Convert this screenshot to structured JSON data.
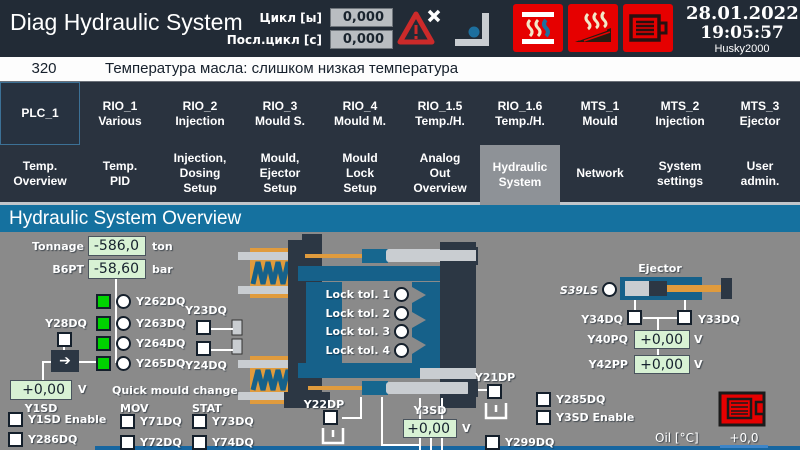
{
  "header": {
    "title": "Diag Hydraulic System",
    "cycle_label": "Цикл [ы]",
    "cycle_value": "0,000",
    "last_cycle_label": "Посл.цикл [с]",
    "last_cycle_value": "0,000",
    "date": "28.01.2022",
    "time": "19:05:57",
    "machine_name": "Husky2000"
  },
  "alarm": {
    "code": "320",
    "message": "Температура масла: слишком низкая температура"
  },
  "device_tabs": [
    {
      "title": "PLC_1",
      "subtitle": "",
      "selected": true
    },
    {
      "title": "RIO_1",
      "subtitle": "Various"
    },
    {
      "title": "RIO_2",
      "subtitle": "Injection"
    },
    {
      "title": "RIO_3",
      "subtitle": "Mould S."
    },
    {
      "title": "RIO_4",
      "subtitle": "Mould M."
    },
    {
      "title": "RIO_1.5",
      "subtitle": "Temp./H."
    },
    {
      "title": "RIO_1.6",
      "subtitle": "Temp./H."
    },
    {
      "title": "MTS_1",
      "subtitle": "Mould"
    },
    {
      "title": "MTS_2",
      "subtitle": "Injection"
    },
    {
      "title": "MTS_3",
      "subtitle": "Ejector"
    }
  ],
  "page_tabs": [
    {
      "label": "Temp.\nOverview"
    },
    {
      "label": "Temp.\nPID"
    },
    {
      "label": "Injection,\nDosing\nSetup"
    },
    {
      "label": "Mould,\nEjector\nSetup"
    },
    {
      "label": "Mould\nLock\nSetup"
    },
    {
      "label": "Analog\nOut\nOverview"
    },
    {
      "label": "Hydraulic\nSystem",
      "selected": true
    },
    {
      "label": "Network"
    },
    {
      "label": "System\nsettings"
    },
    {
      "label": "User\nadmin."
    }
  ],
  "panel": {
    "section_title": "Hydraulic System Overview",
    "tonnage": {
      "label": "Tonnage",
      "value": "-586,0",
      "unit": "ton"
    },
    "b6pt": {
      "label": "B6PT",
      "value": "-58,60",
      "unit": "bar"
    },
    "valves": [
      "Y262DQ",
      "Y263DQ",
      "Y264DQ",
      "Y265DQ"
    ],
    "y28dq": "Y28DQ",
    "y23dq": "Y23DQ",
    "y24dq": "Y24DQ",
    "y1sd": {
      "value": "+0,00",
      "unit": "V",
      "label": "Y1SD"
    },
    "y1sd_enable": "Y1SD Enable",
    "y286dq": "Y286DQ",
    "qmc": {
      "title": "Quick mould change",
      "col1": "MOV",
      "col2": "STAT",
      "mov": [
        "Y71DQ",
        "Y72DQ"
      ],
      "stat": [
        "Y73DQ",
        "Y74DQ"
      ]
    },
    "lock_tols": [
      "Lock tol. 1",
      "Lock tol. 2",
      "Lock tol. 3",
      "Lock tol. 4"
    ],
    "y22dp": "Y22DP",
    "y3sd": {
      "label": "Y3SD",
      "value": "+0,00",
      "unit": "V"
    },
    "y21dp": "Y21DP",
    "y299dq": "Y299DQ",
    "ejector": {
      "title": "Ejector",
      "s39ls": "S39LS",
      "y34dq": "Y34DQ",
      "y33dq": "Y33DQ",
      "y40pq": {
        "label": "Y40PQ",
        "value": "+0,00",
        "unit": "V"
      },
      "y42pp": {
        "label": "Y42PP",
        "value": "+0,00",
        "unit": "V"
      }
    },
    "y285dq": "Y285DQ",
    "y3sd_enable": "Y3SD Enable",
    "oil": {
      "label": "Oil [°C]",
      "value": "+0,0"
    }
  },
  "colors": {
    "header_bg": "#222b36",
    "tab_bg": "#2a333f",
    "section_bar_blue": "#15719f",
    "panel_gray": "#8a8a8a",
    "alarm_button_red": "#e60000",
    "indicator_green": "#00d400",
    "value_box_green": "#d8f2d4",
    "machine_teal": "#16618a",
    "machine_orange": "#e09b3d"
  }
}
